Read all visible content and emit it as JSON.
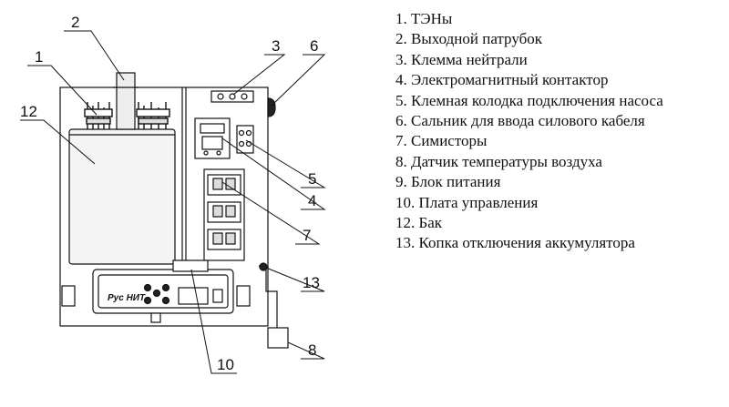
{
  "callouts": {
    "c1": "1",
    "c2": "2",
    "c3": "3",
    "c4": "4",
    "c5": "5",
    "c6": "6",
    "c7": "7",
    "c8": "8",
    "c10": "10",
    "c12": "12",
    "c13": "13"
  },
  "device": {
    "brand": "Рус НИТ"
  },
  "legend": [
    "1. ТЭНы",
    "2. Выходной патрубок",
    "3. Клемма нейтрали",
    "4. Электромагнитный контактор",
    "5. Клемная колодка подключения насоса",
    "6. Сальник для ввода силового кабеля",
    "7. Симисторы",
    "8. Датчик температуры воздуха",
    "9. Блок питания",
    "10. Плата управления",
    "12. Бак",
    "13. Копка отключения аккумулятора"
  ]
}
